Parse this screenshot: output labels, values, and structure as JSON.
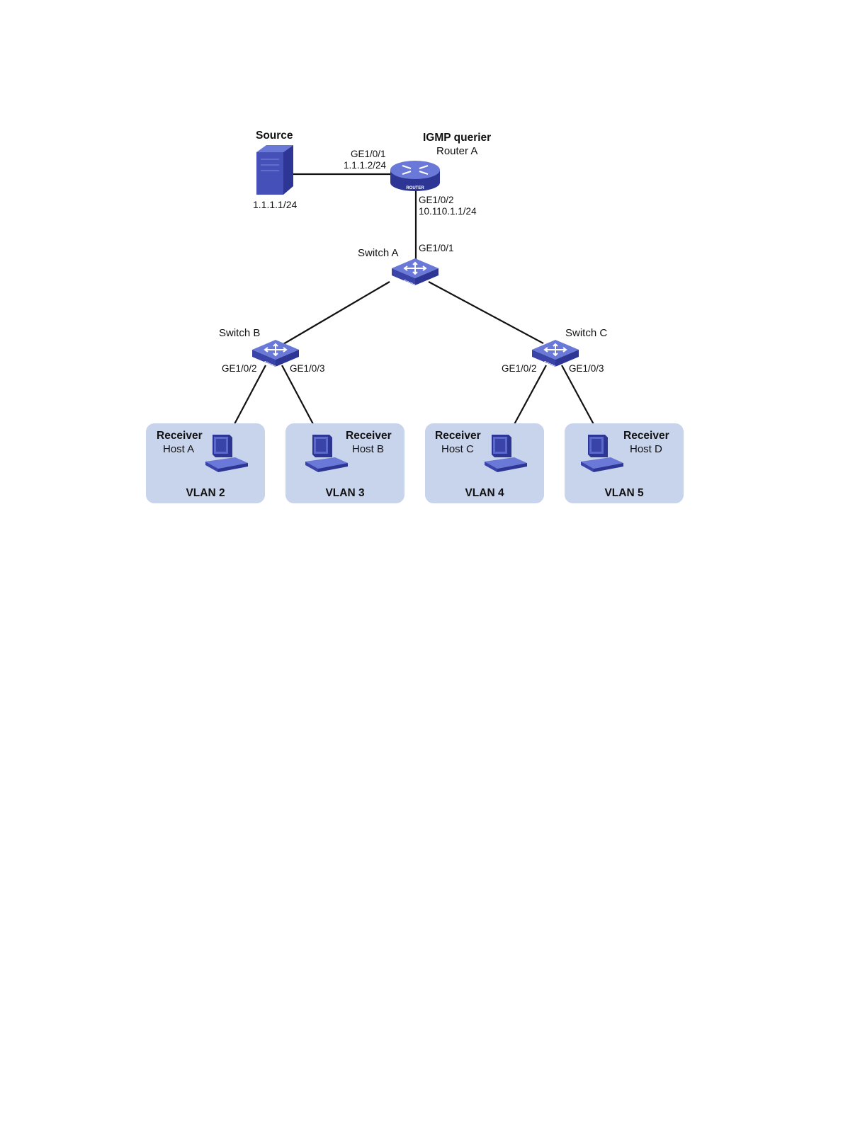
{
  "source": {
    "title": "Source",
    "ip": "1.1.1.1/24"
  },
  "router_a": {
    "role": "IGMP querier",
    "name": "Router A",
    "icon_text": "ROUTER",
    "port1": "GE1/0/1",
    "port1_ip": "1.1.1.2/24",
    "port2": "GE1/0/2",
    "port2_ip": "10.110.1.1/24"
  },
  "switch_a": {
    "name": "Switch A",
    "port1": "GE1/0/1"
  },
  "switch_b": {
    "name": "Switch B",
    "port2": "GE1/0/2",
    "port3": "GE1/0/3"
  },
  "switch_c": {
    "name": "Switch C",
    "port2": "GE1/0/2",
    "port3": "GE1/0/3"
  },
  "switch_icon_text": "SWITCH",
  "vlans": [
    {
      "role": "Receiver",
      "host": "Host A",
      "vlan": "VLAN 2"
    },
    {
      "role": "Receiver",
      "host": "Host B",
      "vlan": "VLAN 3"
    },
    {
      "role": "Receiver",
      "host": "Host C",
      "vlan": "VLAN 4"
    },
    {
      "role": "Receiver",
      "host": "Host D",
      "vlan": "VLAN 5"
    }
  ],
  "colors": {
    "device_blue": "#3a44a8",
    "device_light": "#6a78d8",
    "vlan_fill": "#c8d3ec",
    "link": "#111111"
  }
}
